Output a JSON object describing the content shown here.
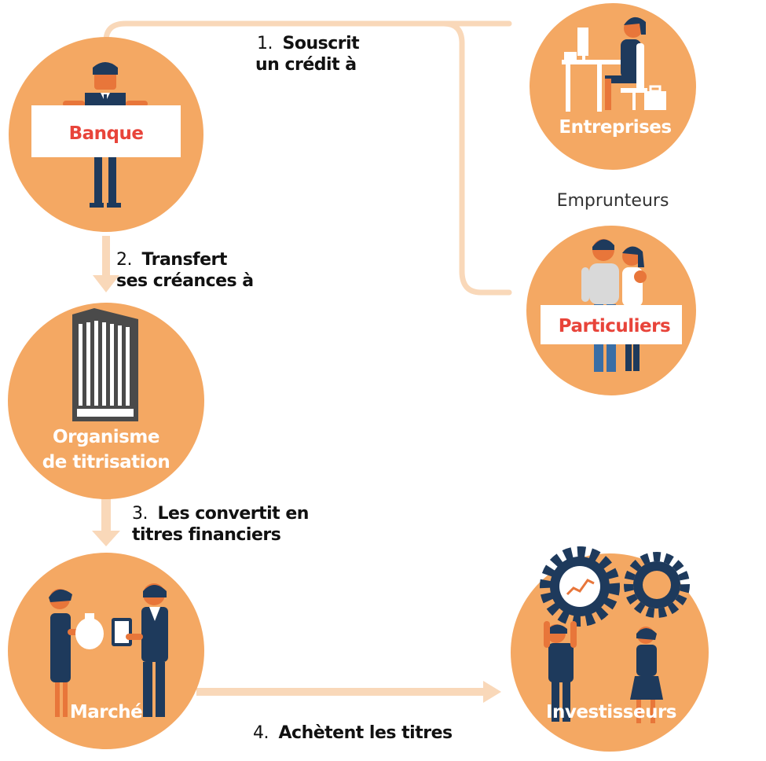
{
  "colors": {
    "circle": "#f4a863",
    "arrow": "#f9d8b9",
    "navy": "#1e3a5c",
    "skin": "#e8763a",
    "red_label": "#e8443a",
    "gear": "#1e3a5c",
    "building": "#4a4a4a"
  },
  "nodes": {
    "banque": {
      "label": "Banque",
      "icon": "banker-holding-sign-icon"
    },
    "entreprises": {
      "label": "Entreprises",
      "icon": "office-worker-desk-icon"
    },
    "particuliers": {
      "label": "Particuliers",
      "icon": "couple-with-baby-icon"
    },
    "organisme": {
      "label_line1": "Organisme",
      "label_line2": "de titrisation",
      "icon": "office-building-icon"
    },
    "marche": {
      "label": "Marché",
      "icon": "trade-exchange-icon"
    },
    "investisseurs": {
      "label": "Investisseurs",
      "icon": "people-lifting-gears-icon"
    }
  },
  "group_label": "Emprunteurs",
  "steps": {
    "s1": {
      "num": "1.",
      "line1": "Souscrit",
      "line2": "un crédit à"
    },
    "s2": {
      "num": "2.",
      "line1": "Transfert",
      "line2": "ses créances à"
    },
    "s3": {
      "num": "3.",
      "line1": "Les convertit en",
      "line2": "titres financiers"
    },
    "s4": {
      "num": "4.",
      "line1": "Achètent les titres"
    }
  }
}
